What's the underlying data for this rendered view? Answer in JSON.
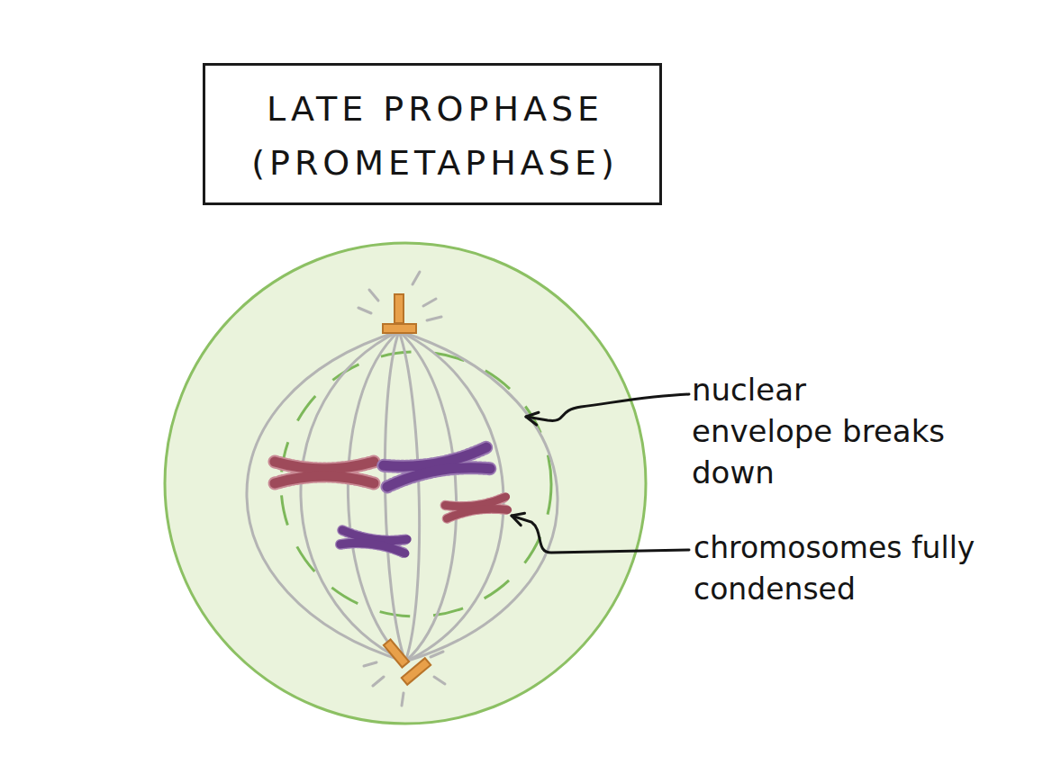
{
  "diagram": {
    "title": "LATE PROPHASE (PROMETAPHASE)",
    "labels": [
      "nuclear envelope breaks down",
      "chromosomes fully condensed"
    ]
  }
}
